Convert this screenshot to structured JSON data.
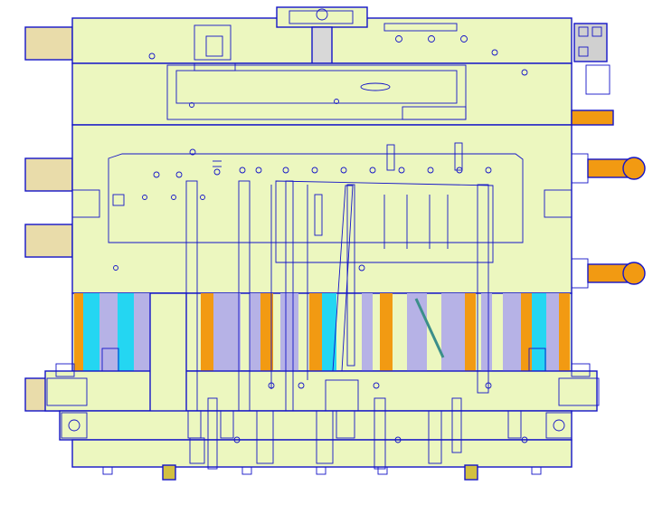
{
  "drawing": {
    "palette": {
      "plate": "#ecf7bf",
      "outline": "#1414c8",
      "orange": "#f29a12",
      "cyan": "#24d6f2",
      "lavender": "#b6b2e6",
      "magenta": "#d83cc4",
      "pink": "#f0b2dc",
      "tan": "#e9dcaa",
      "teal": "#3b8f8a",
      "yellow": "#e6e24a"
    },
    "view": "front-section",
    "components": [
      "locating-ring",
      "top-clamp-plate",
      "a-plate",
      "b-plate",
      "support-columns",
      "ejector-plate",
      "bottom-clamp-plate",
      "guide-pins",
      "cooling-fittings",
      "hydraulic-cylinders",
      "angled-lifter",
      "connector-block",
      "leveling-feet"
    ]
  }
}
